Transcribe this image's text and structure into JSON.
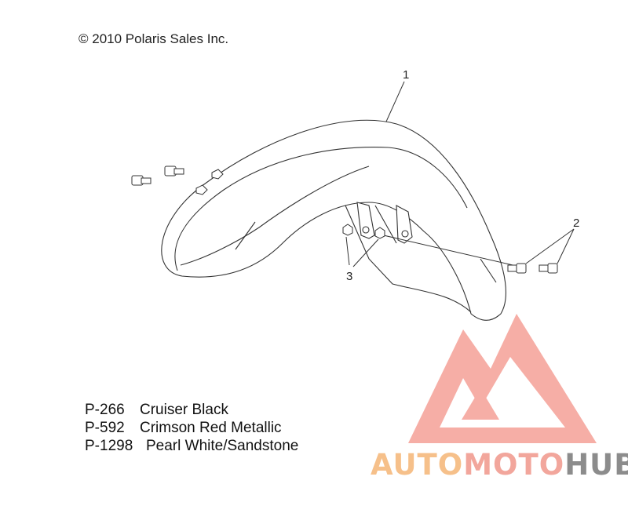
{
  "copyright": "© 2010 Polaris Sales Inc.",
  "callouts": {
    "fender": "1",
    "bolts": "2",
    "nuts": "3"
  },
  "paint_options": [
    {
      "code": "P-266",
      "name": "Cruiser Black"
    },
    {
      "code": "P-592",
      "name": "Crimson Red Metallic"
    },
    {
      "code": "P-1298",
      "name": "Pearl White/Sandstone"
    }
  ],
  "watermark": {
    "auto": "AUTO",
    "moto": "MOTO",
    "hub": "HUB",
    "colors": {
      "auto": "#f6c08a",
      "moto": "#f2a69c",
      "hub": "#8c8c8c",
      "logo": "#f28478"
    }
  },
  "colors": {
    "line": "#333333",
    "fill": "#ffffff"
  }
}
